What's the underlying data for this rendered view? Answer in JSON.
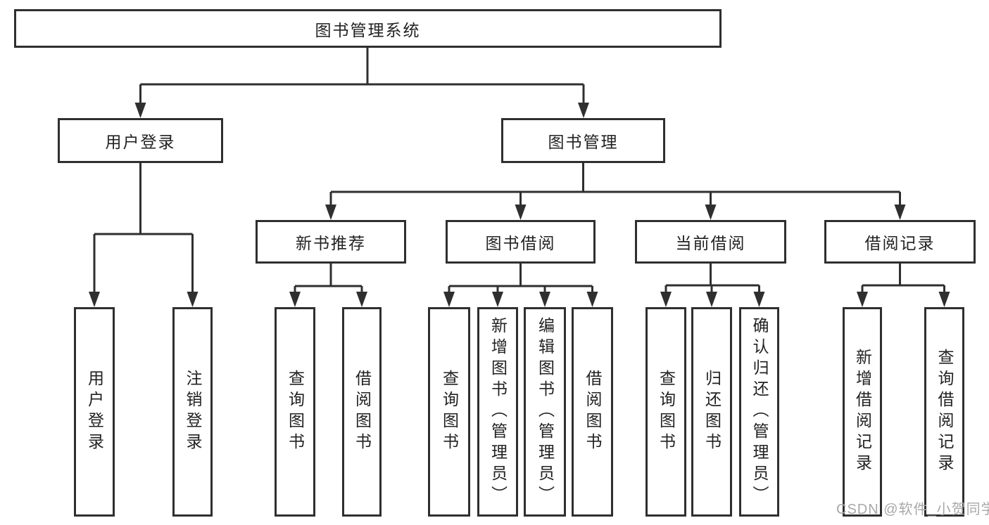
{
  "tree": {
    "root": {
      "label": "图书管理系统",
      "children": [
        {
          "label": "用户登录",
          "children": [
            {
              "label": "用户登录"
            },
            {
              "label": "注销登录"
            }
          ]
        },
        {
          "label": "图书管理",
          "children": [
            {
              "label": "新书推荐",
              "children": [
                {
                  "label": "查询图书"
                },
                {
                  "label": "借阅图书"
                }
              ]
            },
            {
              "label": "图书借阅",
              "children": [
                {
                  "label": "查询图书"
                },
                {
                  "label": "新增图书（管理员）"
                },
                {
                  "label": "编辑图书（管理员）"
                },
                {
                  "label": "借阅图书"
                }
              ]
            },
            {
              "label": "当前借阅",
              "children": [
                {
                  "label": "查询图书"
                },
                {
                  "label": "归还图书"
                },
                {
                  "label": "确认归还（管理员）"
                }
              ]
            },
            {
              "label": "借阅记录",
              "children": [
                {
                  "label": "新增借阅记录"
                },
                {
                  "label": "查询借阅记录"
                }
              ]
            }
          ]
        }
      ]
    }
  },
  "watermark": {
    "text": "CSDN @软件_小贺同学"
  },
  "colors": {
    "line": "#2f2f2f",
    "box_border": "#2f2f2f",
    "text": "#222222",
    "watermark": "#a8a8a8",
    "background": "#ffffff"
  }
}
